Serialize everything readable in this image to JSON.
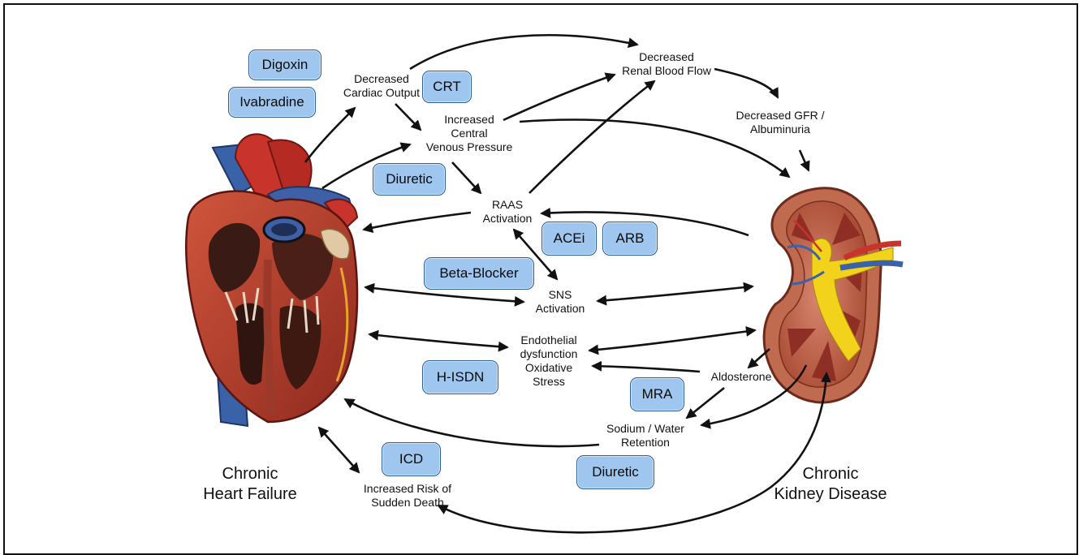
{
  "organs": {
    "heart_label": "Chronic\nHeart Failure",
    "kidney_label": "Chronic\nKidney Disease"
  },
  "nodes": {
    "decreased_cardiac_output": "Decreased\nCardiac Output",
    "increased_cvp": "Increased\nCentral\nVenous Pressure",
    "raas_activation": "RAAS\nActivation",
    "sns_activation": "SNS\nActivation",
    "endothelial": "Endothelial\ndysfunction\nOxidative\nStress",
    "decreased_renal_blood_flow": "Decreased\nRenal Blood Flow",
    "decreased_gfr": "Decreased GFR /\nAlbuminuria",
    "aldosterone": "Aldosterone",
    "sodium_water": "Sodium / Water\nRetention",
    "sudden_death": "Increased Risk of\nSudden Death"
  },
  "therapies": {
    "digoxin": "Digoxin",
    "ivabradine": "Ivabradine",
    "crt": "CRT",
    "diuretic_top": "Diuretic",
    "acei": "ACEi",
    "arb": "ARB",
    "beta_blocker": "Beta-Blocker",
    "h_isdn": "H-ISDN",
    "mra": "MRA",
    "icd": "ICD",
    "diuretic_bottom": "Diuretic"
  },
  "colors": {
    "therapy_fill": "#9ec6ee",
    "therapy_border": "#2b5d93",
    "heart_muscle": "#b8402e",
    "aorta_red": "#c8332b",
    "vein_blue": "#3a62a8",
    "kidney_cortex": "#b5553a",
    "ureter_yellow": "#f2d21a"
  }
}
